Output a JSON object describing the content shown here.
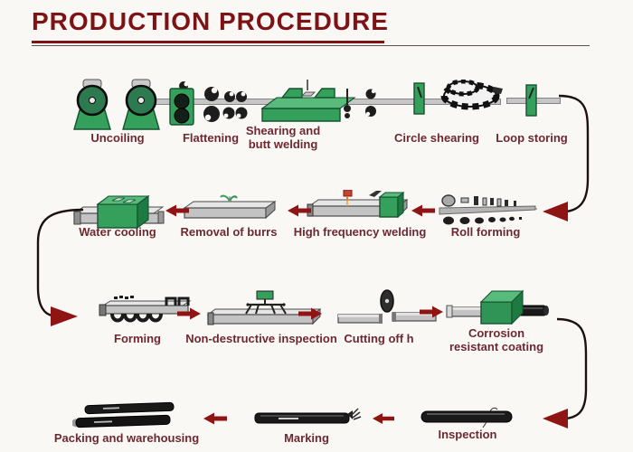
{
  "title": "PRODUCTION PROCEDURE",
  "colors": {
    "bg": "#faf8f5",
    "title": "#7d1315",
    "label": "#6e2830",
    "arrow": "#8f1414",
    "line": "#1c1010",
    "green": "#35a05c",
    "pipe-gray": "#c3c3c3",
    "pipe-dark": "#1a1a1a"
  },
  "stations": {
    "uncoiling": {
      "label": "Uncoiling"
    },
    "flattening": {
      "label": "Flattening"
    },
    "shearing": {
      "label": "Shearing and\nbutt welding"
    },
    "circle_shearing": {
      "label": "Circle shearing"
    },
    "loop_storing": {
      "label": "Loop storing"
    },
    "roll_forming": {
      "label": "Roll forming"
    },
    "high_frequency_welding": {
      "label": "High frequency welding"
    },
    "removal_of_burrs": {
      "label": "Removal of burrs"
    },
    "water_cooling": {
      "label": "Water cooling"
    },
    "forming": {
      "label": "Forming"
    },
    "non_destructive_inspection": {
      "label": "Non-destructive inspection"
    },
    "cutting_off": {
      "label": "Cutting off h"
    },
    "corrosion_coating": {
      "label": "Corrosion\nresistant coating"
    },
    "inspection": {
      "label": "Inspection"
    },
    "marking": {
      "label": "Marking"
    },
    "packing": {
      "label": "Packing and warehousing"
    }
  },
  "flow_order": [
    "Uncoiling",
    "Flattening",
    "Shearing and butt welding",
    "Circle shearing",
    "Loop storing",
    "Roll forming",
    "High frequency welding",
    "Removal of burrs",
    "Water cooling",
    "Forming",
    "Non-destructive inspection",
    "Cutting off h",
    "Corrosion resistant coating",
    "Inspection",
    "Marking",
    "Packing and warehousing"
  ]
}
